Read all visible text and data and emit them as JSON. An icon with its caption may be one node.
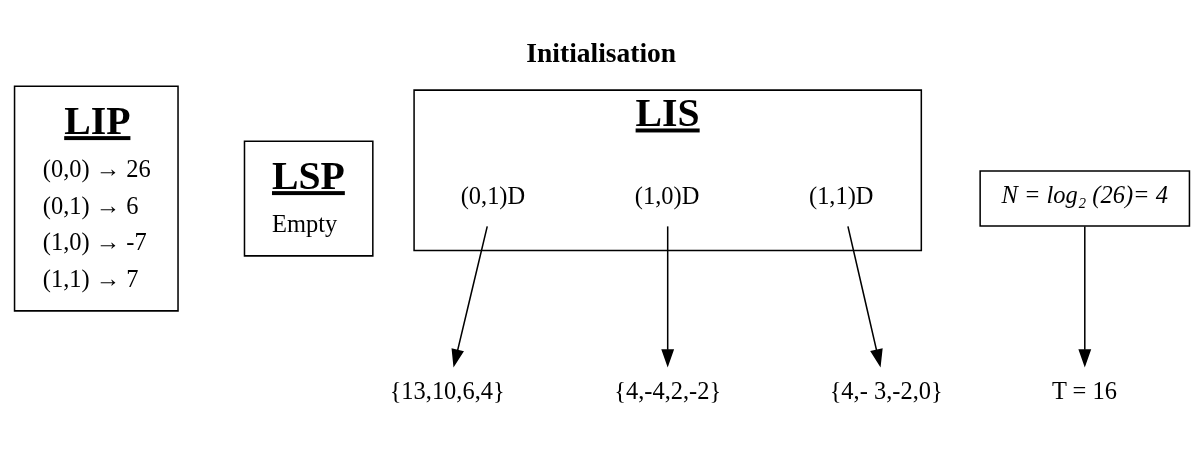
{
  "diagram": {
    "title": "Initialisation",
    "nodes": [
      {
        "text": [
          "LIP",
          "(0,0) → 26",
          "(0,1) → 6",
          "(1,0) → -7",
          "(1,1) → 7"
        ]
      },
      {
        "text": [
          "LSP",
          "Empty"
        ]
      },
      {
        "text": [
          "LIS"
        ]
      },
      {
        "text": [
          "(0,1)D"
        ],
        "in": 2
      },
      {
        "text": [
          "(1,0)D"
        ],
        "in": 2
      },
      {
        "text": [
          "(1,1)D"
        ],
        "in": 2
      },
      {
        "text": [
          "{13,10,6,4}"
        ]
      },
      {
        "text": [
          "{4,-4,2,-2}"
        ]
      },
      {
        "text": [
          "{4,- 3,-2,0}"
        ]
      },
      {
        "text": [
          "N = log₂ (26)= 4"
        ]
      },
      {
        "text": [
          "T = 16"
        ]
      }
    ],
    "edges": [
      {
        "from": 3,
        "to": 6,
        "arrow": "to"
      },
      {
        "from": 4,
        "to": 7,
        "arrow": "to"
      },
      {
        "from": 5,
        "to": 8,
        "arrow": "to"
      },
      {
        "from": 9,
        "to": 10,
        "arrow": "to"
      }
    ]
  }
}
